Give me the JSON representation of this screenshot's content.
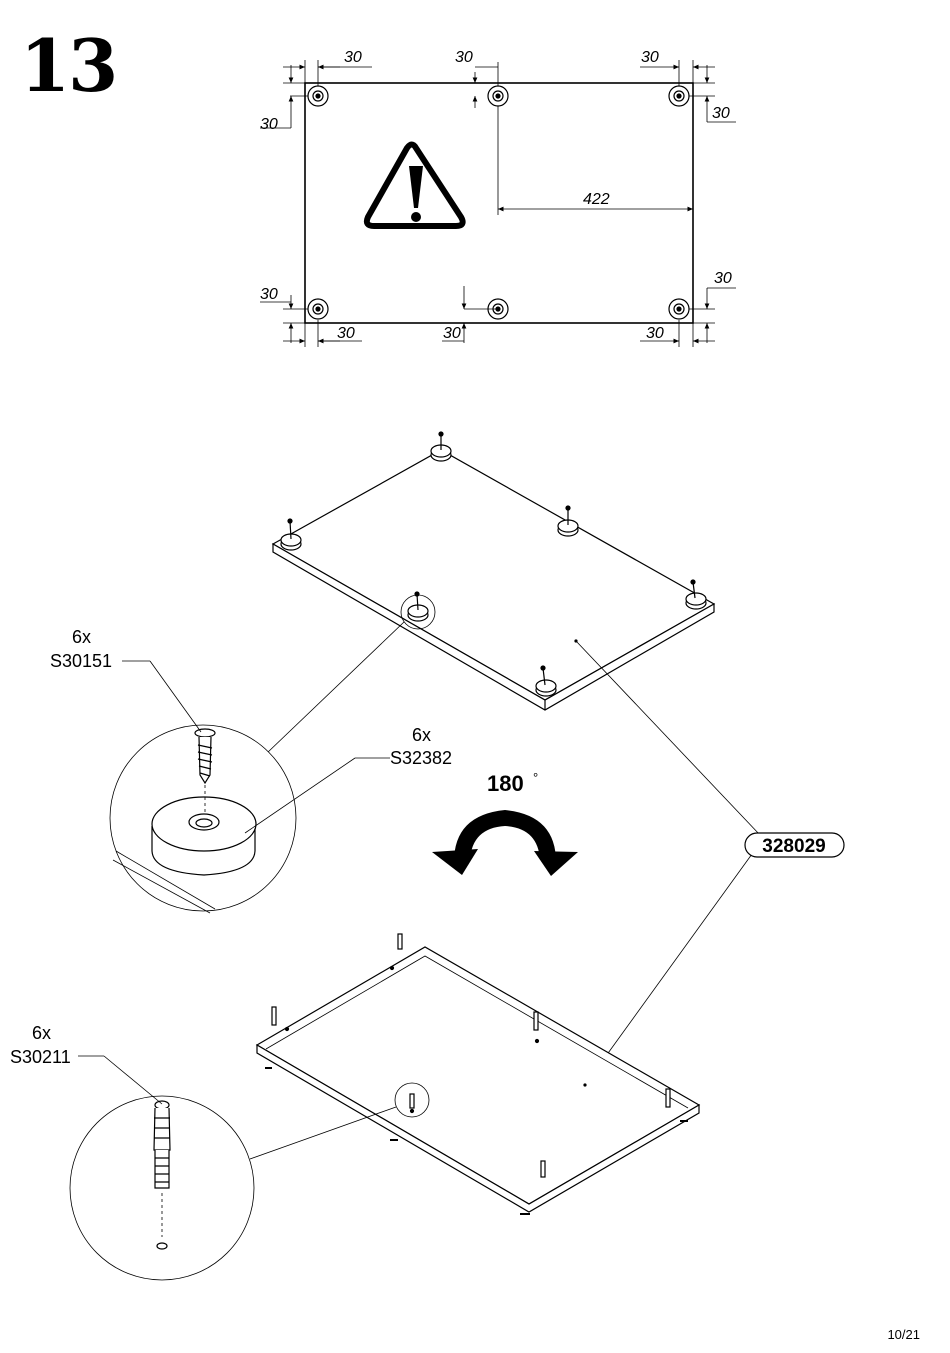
{
  "step": {
    "number": "13"
  },
  "page": {
    "number": "10/21"
  },
  "top_view": {
    "dimensions": {
      "top_left_horizontal": "30",
      "top_middle_horizontal": "30",
      "top_right_horizontal": "30",
      "left_top_vertical": "30",
      "right_top_vertical": "30",
      "middle_length": "422",
      "left_bottom_vertical": "30",
      "right_bottom_vertical": "30",
      "bottom_left_horizontal": "30",
      "bottom_middle_horizontal": "30",
      "bottom_right_horizontal": "30"
    }
  },
  "parts": {
    "screw": {
      "qty": "6x",
      "code": "S30151"
    },
    "foot": {
      "qty": "6x",
      "code": "S32382"
    },
    "dowel": {
      "qty": "6x",
      "code": "S30211"
    },
    "panel": {
      "code": "328029"
    }
  },
  "rotation": {
    "value": "180",
    "unit": "°"
  },
  "icons": [
    "warning-icon",
    "rotate-arrow-icon"
  ]
}
